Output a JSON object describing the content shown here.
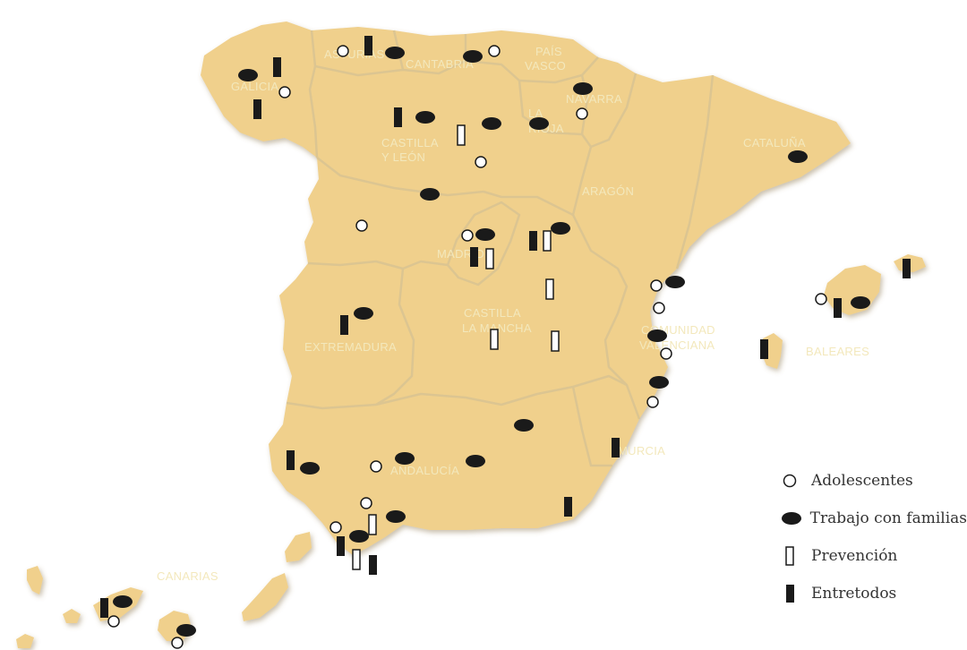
{
  "regions": {
    "galicia": "GALICIA",
    "asturias": "ASTURIAS",
    "cantabria": "CANTABRIA",
    "pais_vasco_1": "PAÍS",
    "pais_vasco_2": "VASCO",
    "navarra": "NAVARRA",
    "la_rioja_1": "LA",
    "la_rioja_2": "RIOJA",
    "castilla_leon_1": "CASTILLA",
    "castilla_leon_2": "Y LEÓN",
    "cataluna": "CATALUÑA",
    "aragon": "ARAGÓN",
    "madrid": "MADRID",
    "castilla_mancha_1": "CASTILLA",
    "castilla_mancha_2": "LA MANCHA",
    "extremadura": "EXTREMADURA",
    "comunidad_valenciana_1": "COMUNIDAD",
    "comunidad_valenciana_2": "VALENCIANA",
    "baleares": "BALEARES",
    "murcia": "MURCIA",
    "andalucia": "ANDALUCÍA",
    "canarias": "CANARIAS"
  },
  "legend": {
    "adolescentes": "Adolescentes",
    "familias": "Trabajo con familias",
    "prevencion": "Prevención",
    "entretodos": "Entretodos"
  },
  "colors": {
    "land": "#f0d08c",
    "border": "#dcc591",
    "sea": "#ffffff",
    "label": "#f3e8bc",
    "marker_dark": "#1a1a1a"
  },
  "icons": {
    "adolescentes": "open-circle-icon",
    "familias": "filled-ellipse-icon",
    "prevencion": "open-bar-icon",
    "entretodos": "filled-bar-icon"
  }
}
